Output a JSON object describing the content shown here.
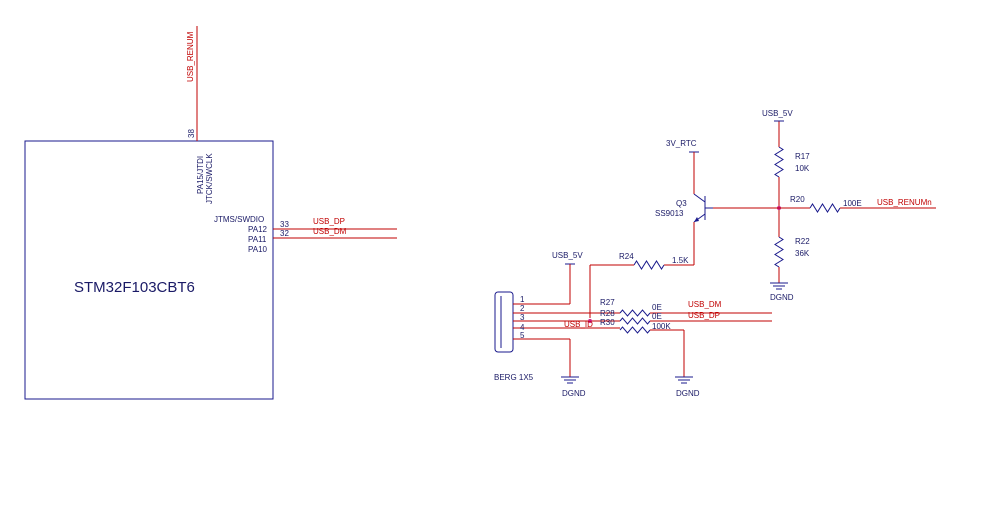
{
  "mcu": {
    "part": "STM32F103CBT6",
    "pins": {
      "pa15_num": "38",
      "pa15_name": "PA15/JTDI",
      "pa15_alt": "JTCK/SWCLK",
      "swdio": "JTMS/SWDIO",
      "pa12": "PA12",
      "pa11": "PA11",
      "pa10": "PA10",
      "pa12_num": "33",
      "pa11_num": "32"
    }
  },
  "nets": {
    "renum_top": "USB_RENUM",
    "usb_dp": "USB_DP",
    "usb_dm": "USB_DM",
    "usb_5v": "USB_5V",
    "rtc_3v": "3V_RTC",
    "dgnd": "DGND",
    "usb_renumn": "USB_RENUMn",
    "usb_id": "USB_ID"
  },
  "components": {
    "q3": {
      "ref": "Q3",
      "value": "SS9013"
    },
    "r17": {
      "ref": "R17",
      "value": "10K"
    },
    "r20": {
      "ref": "R20",
      "value": "100E"
    },
    "r22": {
      "ref": "R22",
      "value": "36K"
    },
    "r24": {
      "ref": "R24",
      "value": "1.5K"
    },
    "r27": {
      "ref": "R27",
      "value": "0E"
    },
    "r28": {
      "ref": "R28",
      "value": "0E"
    },
    "r30": {
      "ref": "R30",
      "value": "100K"
    },
    "connector": {
      "name": "BERG 1X5",
      "pins": [
        "1",
        "2",
        "3",
        "4",
        "5"
      ]
    }
  },
  "colors": {
    "wire": "#c00000",
    "body": "#1a1a8c",
    "junction": "#d0208a"
  }
}
